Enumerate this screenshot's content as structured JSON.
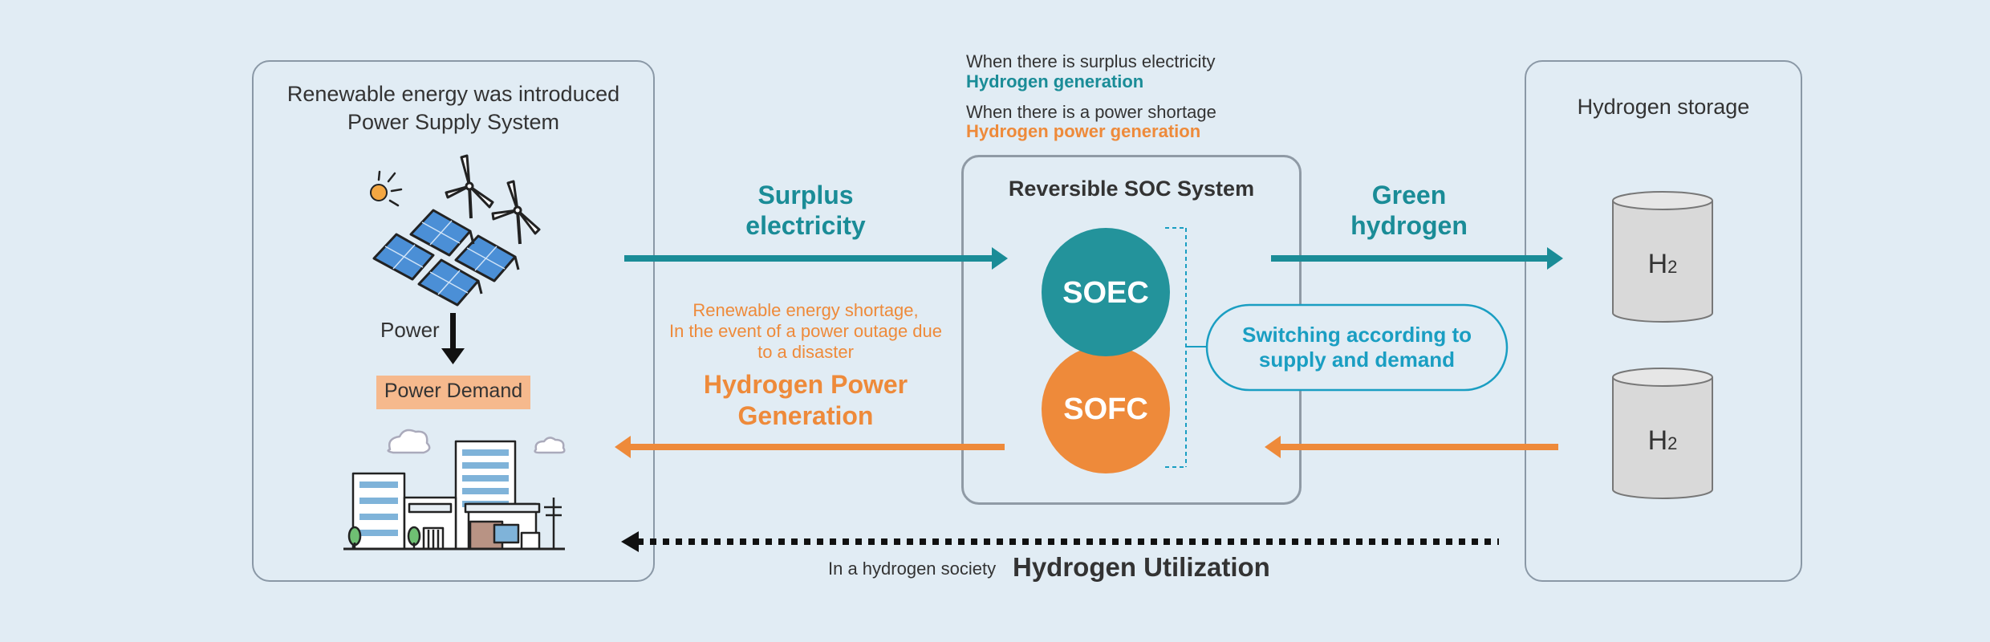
{
  "left_panel": {
    "title_line1": "Renewable energy was introduced",
    "title_line2": "Power Supply System",
    "power_label": "Power",
    "demand_label": "Power Demand"
  },
  "top_notes": {
    "surplus_condition": "When there is surplus electricity",
    "surplus_action": "Hydrogen generation",
    "shortage_condition": "When there is a power shortage",
    "shortage_action": "Hydrogen power generation"
  },
  "surplus_flow": {
    "line1": "Surplus",
    "line2": "electricity"
  },
  "shortage_flow": {
    "note_line1": "Renewable energy shortage,",
    "note_line2": "In the event of a power outage due",
    "note_line3": "to a disaster",
    "title_line1": "Hydrogen Power",
    "title_line2": "Generation"
  },
  "soc_system": {
    "title": "Reversible SOC System",
    "soec": "SOEC",
    "sofc": "SOFC",
    "switch_line1": "Switching according to",
    "switch_line2": "supply and demand"
  },
  "green_flow": {
    "line1": "Green",
    "line2": "hydrogen"
  },
  "storage_panel": {
    "title": "Hydrogen storage",
    "tank1": "H",
    "tank1_sub": "2",
    "tank2": "H",
    "tank2_sub": "2"
  },
  "bottom_flow": {
    "prefix": "In a hydrogen society",
    "title": "Hydrogen Utilization"
  },
  "colors": {
    "teal": "#1a8c97",
    "orange": "#ee8a3a",
    "switch_blue": "#1a9ec2",
    "background": "#e1ecf4"
  }
}
